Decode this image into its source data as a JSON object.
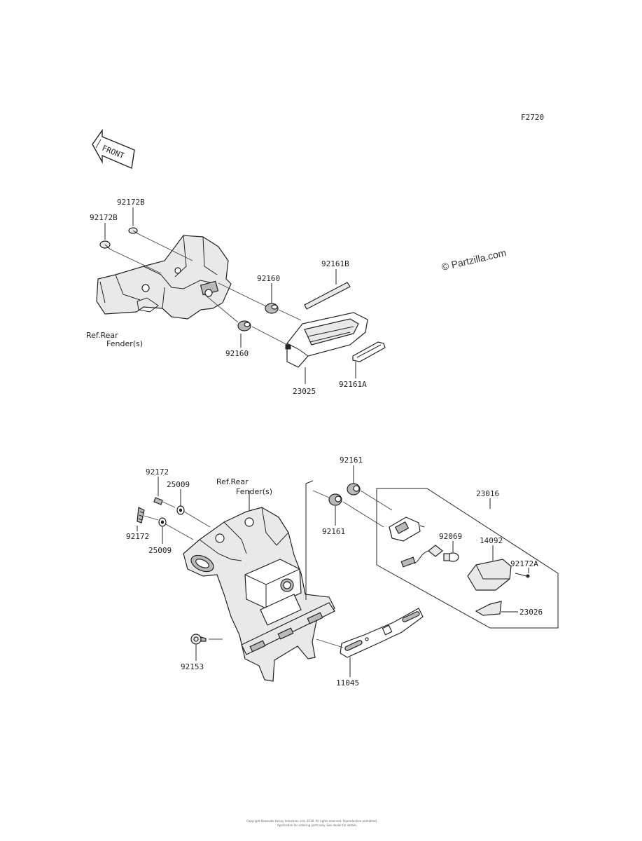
{
  "figure_id": "F2720",
  "front_label": "FRONT",
  "watermark": "© Partzilla.com",
  "footer_line1": "Copyright Kawasaki Heavy Industries, Ltd. 2018. All rights reserved. Reproduction prohibited.",
  "footer_line2": "Application for ordering parts only. See dealer for details.",
  "labels": {
    "p92172B_a": "92172B",
    "p92172B_b": "92172B",
    "p92161B": "92161B",
    "p92160_a": "92160",
    "p92160_b": "92160",
    "ref_rear_1_line1": "Ref.Rear",
    "ref_rear_1_line2": "Fender(s)",
    "p23025": "23025",
    "p92161A": "92161A",
    "p92161_a": "92161",
    "p92161_b": "92161",
    "p92172_a": "92172",
    "p92172_b": "92172",
    "p25009_a": "25009",
    "p25009_b": "25009",
    "ref_rear_2_line1": "Ref.Rear",
    "ref_rear_2_line2": "Fender(s)",
    "p23016": "23016",
    "p92069": "92069",
    "p14092": "14092",
    "p92172A": "92172A",
    "p23026": "23026",
    "p92153": "92153",
    "p11045": "11045"
  }
}
